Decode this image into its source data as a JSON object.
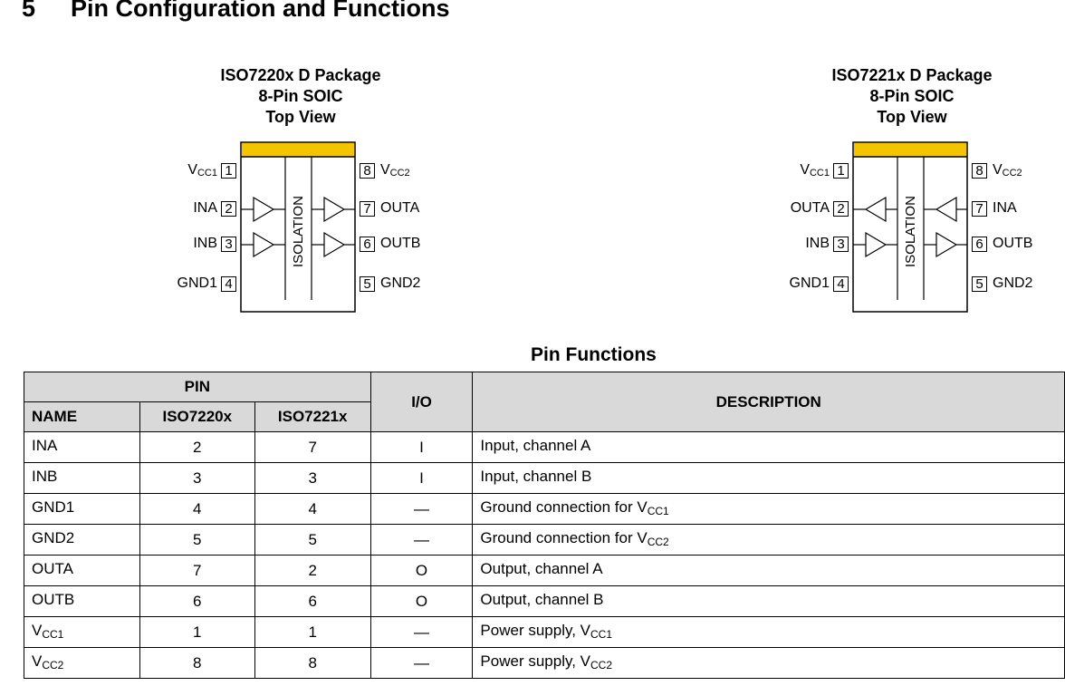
{
  "section": {
    "number": "5",
    "title": "Pin Configuration and Functions"
  },
  "packages": [
    {
      "title1": "ISO7220x D Package",
      "title2": "8-Pin SOIC",
      "title3": "Top View",
      "isolation": "ISOLATION",
      "left_pins": [
        {
          "name": "V",
          "sub": "CC1",
          "num": "1"
        },
        {
          "name": "INA",
          "sub": "",
          "num": "2"
        },
        {
          "name": "INB",
          "sub": "",
          "num": "3"
        },
        {
          "name": "GND1",
          "sub": "",
          "num": "4"
        }
      ],
      "right_pins": [
        {
          "name": "V",
          "sub": "CC2",
          "num": "8"
        },
        {
          "name": "OUTA",
          "sub": "",
          "num": "7"
        },
        {
          "name": "OUTB",
          "sub": "",
          "num": "6"
        },
        {
          "name": "GND2",
          "sub": "",
          "num": "5"
        }
      ],
      "channel_directions": [
        "right",
        "right"
      ],
      "marker_color": "#f5c400"
    },
    {
      "title1": "ISO7221x D Package",
      "title2": "8-Pin SOIC",
      "title3": "Top View",
      "isolation": "ISOLATION",
      "left_pins": [
        {
          "name": "V",
          "sub": "CC1",
          "num": "1"
        },
        {
          "name": "OUTA",
          "sub": "",
          "num": "2"
        },
        {
          "name": "INB",
          "sub": "",
          "num": "3"
        },
        {
          "name": "GND1",
          "sub": "",
          "num": "4"
        }
      ],
      "right_pins": [
        {
          "name": "V",
          "sub": "CC2",
          "num": "8"
        },
        {
          "name": "INA",
          "sub": "",
          "num": "7"
        },
        {
          "name": "OUTB",
          "sub": "",
          "num": "6"
        },
        {
          "name": "GND2",
          "sub": "",
          "num": "5"
        }
      ],
      "channel_directions": [
        "left",
        "right"
      ],
      "marker_color": "#f5c400"
    }
  ],
  "table": {
    "title": "Pin Functions",
    "headers": {
      "pin": "PIN",
      "name": "NAME",
      "iso7220x": "ISO7220x",
      "iso7221x": "ISO7221x",
      "io": "I/O",
      "description": "DESCRIPTION"
    },
    "rows": [
      {
        "name": "INA",
        "name_sub": "",
        "p7220": "2",
        "p7221": "7",
        "io": "I",
        "desc": "Input, channel A",
        "desc_sub": ""
      },
      {
        "name": "INB",
        "name_sub": "",
        "p7220": "3",
        "p7221": "3",
        "io": "I",
        "desc": "Input, channel B",
        "desc_sub": ""
      },
      {
        "name": "GND1",
        "name_sub": "",
        "p7220": "4",
        "p7221": "4",
        "io": "—",
        "desc": "Ground connection for V",
        "desc_sub": "CC1"
      },
      {
        "name": "GND2",
        "name_sub": "",
        "p7220": "5",
        "p7221": "5",
        "io": "—",
        "desc": "Ground connection for V",
        "desc_sub": "CC2"
      },
      {
        "name": "OUTA",
        "name_sub": "",
        "p7220": "7",
        "p7221": "2",
        "io": "O",
        "desc": "Output, channel A",
        "desc_sub": ""
      },
      {
        "name": "OUTB",
        "name_sub": "",
        "p7220": "6",
        "p7221": "6",
        "io": "O",
        "desc": "Output, channel B",
        "desc_sub": ""
      },
      {
        "name": "V",
        "name_sub": "CC1",
        "p7220": "1",
        "p7221": "1",
        "io": "—",
        "desc": "Power supply, V",
        "desc_sub": "CC1"
      },
      {
        "name": "V",
        "name_sub": "CC2",
        "p7220": "8",
        "p7221": "8",
        "io": "—",
        "desc": "Power supply, V",
        "desc_sub": "CC2"
      }
    ]
  }
}
